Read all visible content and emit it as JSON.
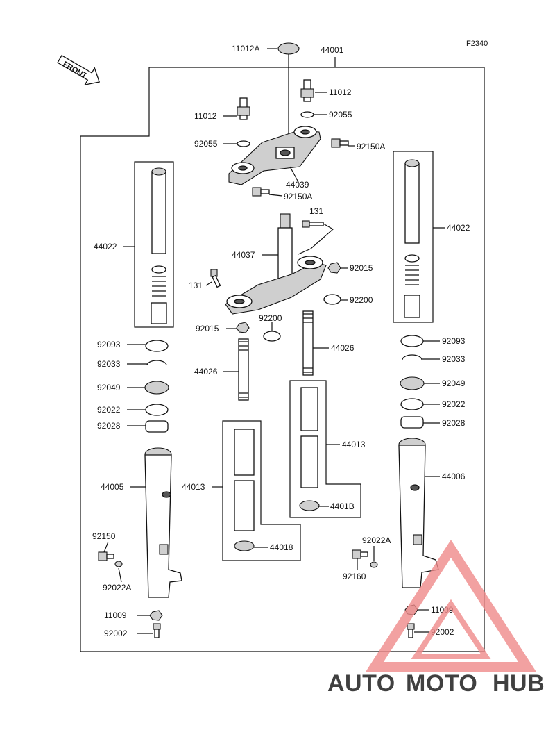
{
  "figure_code": "F2340",
  "front_label": "FRONT",
  "callouts": {
    "c11012A": "11012A",
    "c44001": "44001",
    "c11012_r": "11012",
    "c92055_r": "92055",
    "c11012_l": "11012",
    "c92055_l": "92055",
    "c92150A_r": "92150A",
    "c44039": "44039",
    "c92150A_b": "92150A",
    "c44022_l": "44022",
    "c44022_r": "44022",
    "c131_t": "131",
    "c44037": "44037",
    "c92015_r": "92015",
    "c131_l": "131",
    "c92200_r": "92200",
    "c92200_m": "92200",
    "c92015_l": "92015",
    "c92093_l": "92093",
    "c92093_r": "92093",
    "c44026_r": "44026",
    "c92033_l": "92033",
    "c92033_r": "92033",
    "c44026_l": "44026",
    "c92049_l": "92049",
    "c92049_r": "92049",
    "c92022_l": "92022",
    "c92022_r": "92022",
    "c92028_l": "92028",
    "c92028_r": "92028",
    "c44013_r": "44013",
    "c44006": "44006",
    "c44005": "44005",
    "c44013_l": "44013",
    "c44018_r": "4401B",
    "c92150": "92150",
    "c92022A_r": "92022A",
    "c44018_l": "44018",
    "c92160": "92160",
    "c92022A_l": "92022A",
    "c11009_l": "11009",
    "c11009_r": "11009",
    "c92002_l": "92002",
    "c92002_r": "92002"
  },
  "watermark": {
    "part1": "AUTO",
    "part2": "MOTO",
    "part3": "HUB",
    "color1": "#f2b27a",
    "color2": "#ef7b7b",
    "color3": "#9a9a9a",
    "triangle_color": "#f08a8a"
  }
}
